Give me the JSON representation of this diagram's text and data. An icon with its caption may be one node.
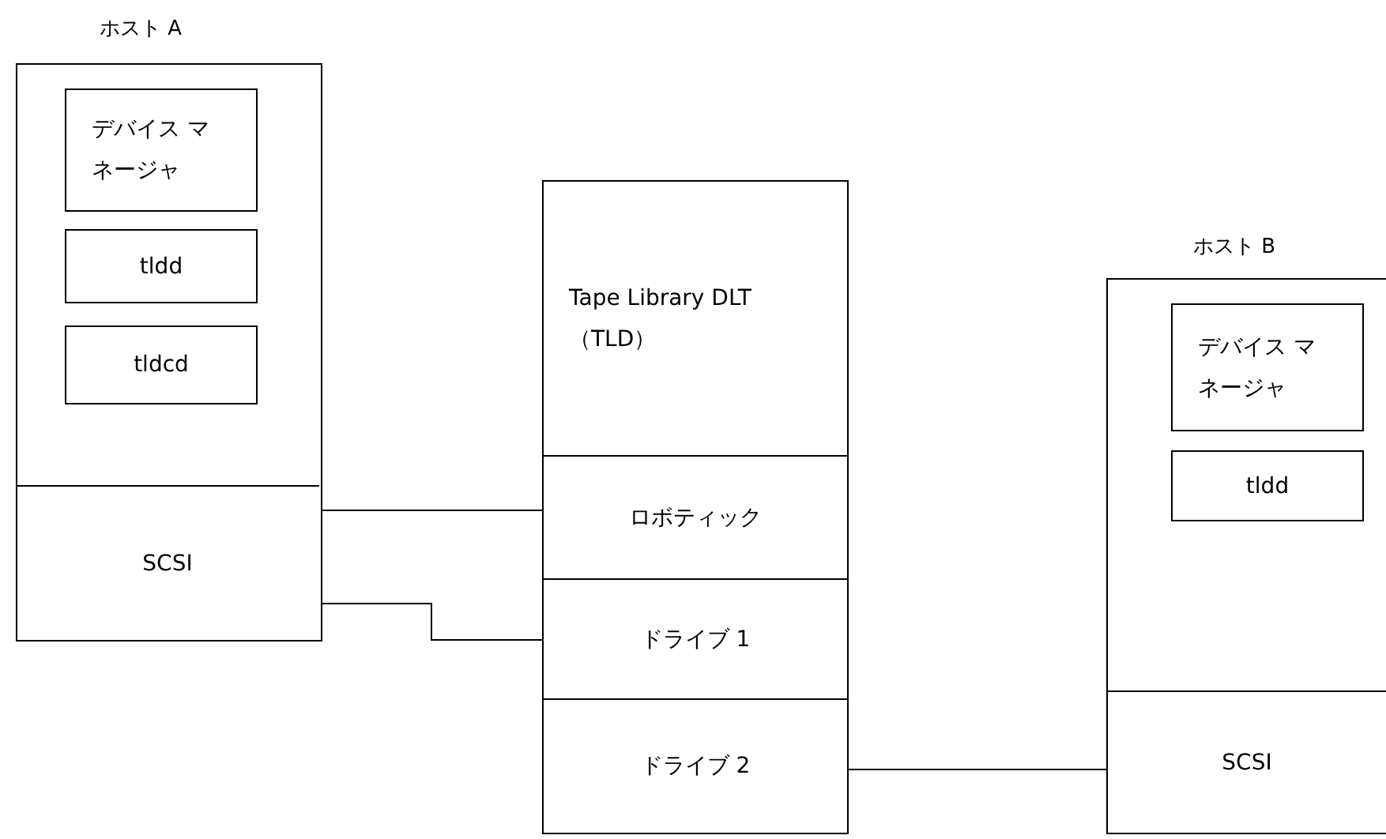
{
  "diagram": {
    "nodes": [
      {
        "text": [
          "ホスト A"
        ]
      },
      {
        "text": [
          "デバイス マネージャ"
        ],
        "in": 0
      },
      {
        "text": [
          "tldd"
        ],
        "in": 0
      },
      {
        "text": [
          "tldcd"
        ],
        "in": 0
      },
      {
        "text": [
          "SCSI"
        ],
        "in": 0
      },
      {
        "text": [
          "Tape Library DLT （TLD）"
        ]
      },
      {
        "text": [
          "ロボティック"
        ]
      },
      {
        "text": [
          "ドライブ 1"
        ]
      },
      {
        "text": [
          "ドライブ 2"
        ]
      },
      {
        "text": [
          "ホスト B"
        ]
      },
      {
        "text": [
          "デバイス マネージャ"
        ],
        "in": 9
      },
      {
        "text": [
          "tldd"
        ],
        "in": 9
      },
      {
        "text": [
          "SCSI"
        ],
        "in": 9
      }
    ],
    "edges": [
      {
        "from": 4,
        "to": 6,
        "arrow": "none"
      },
      {
        "from": 4,
        "to": 7,
        "arrow": "none"
      },
      {
        "from": 8,
        "to": 12,
        "arrow": "none"
      }
    ]
  }
}
